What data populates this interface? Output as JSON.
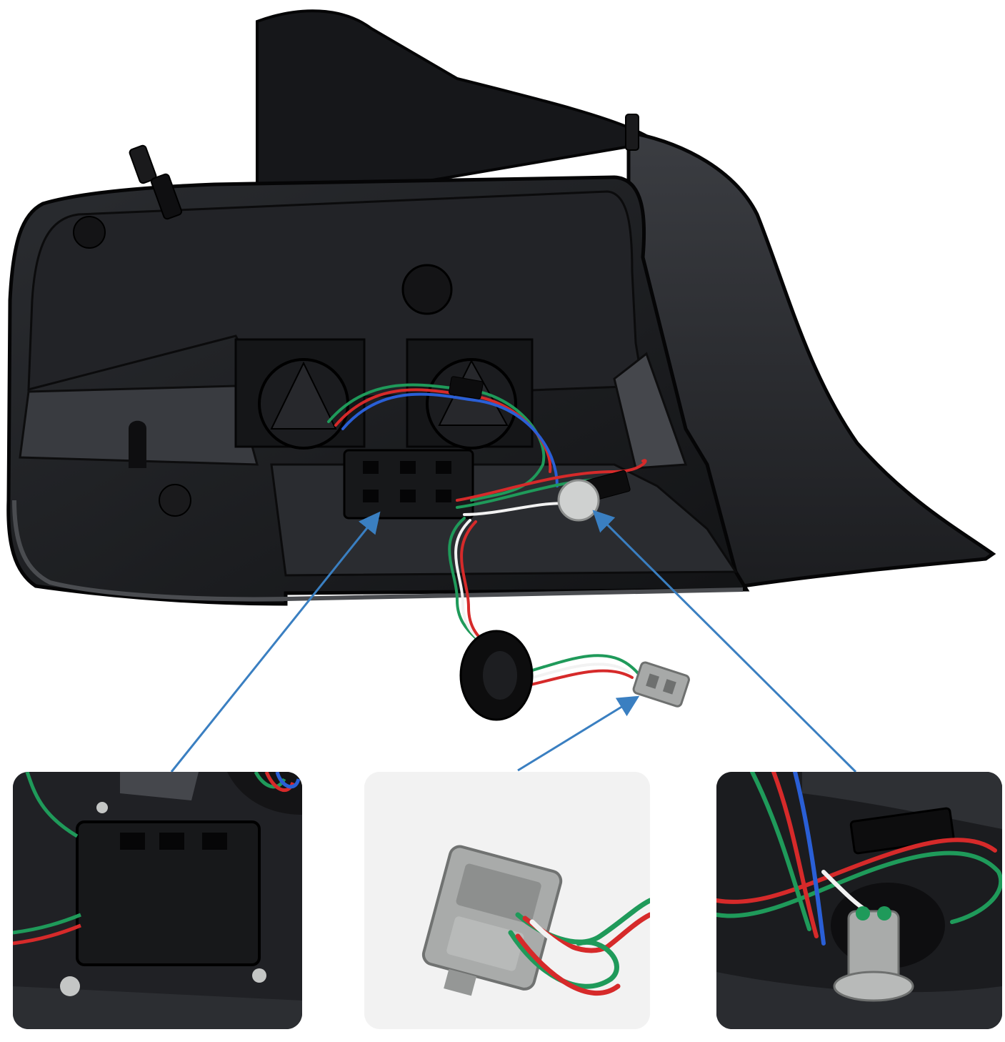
{
  "scene": {
    "subject": "tail-light-housing-rear-view",
    "colors": {
      "background": "#ffffff",
      "housing": "#1b1c1f",
      "housing_edge": "#0a0a0b",
      "arrow": "#3a7fc1",
      "wire_red": "#d62a2a",
      "wire_green": "#1f9a5a",
      "wire_blue": "#2a5fd6",
      "wire_white": "#f2f2f2",
      "connector_gray": "#a7a9a8"
    }
  },
  "insets": {
    "module": {
      "icon": "control-module"
    },
    "plug": {
      "icon": "gray-connector-plug"
    },
    "socket": {
      "icon": "bulb-socket"
    }
  }
}
